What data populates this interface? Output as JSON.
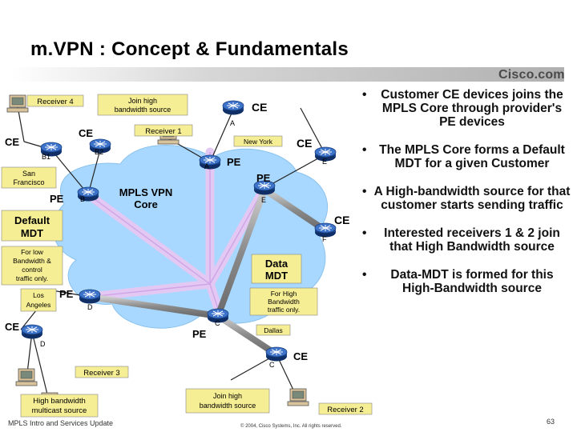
{
  "slide": {
    "title": "m.VPN : Concept & Fundamentals",
    "brand": "Cisco.com",
    "footer_left": "MPLS Intro and Services Update",
    "footer_mid": "© 2004, Cisco Systems, Inc. All rights reserved.",
    "page_number": "63"
  },
  "diagram": {
    "receiver4": "Receiver 4",
    "receiver1": "Receiver 1",
    "receiver2": "Receiver 2",
    "receiver3": "Receiver 3",
    "join_top": [
      "Join high",
      "bandwidth source"
    ],
    "join_bottom": [
      "Join high",
      "bandwidth source"
    ],
    "ce": "CE",
    "pe": "PE",
    "b1": "B1",
    "b2": "B2",
    "b": "B",
    "a": "A",
    "c": "C",
    "d": "D",
    "e": "E",
    "f": "F",
    "san_francisco": [
      "San",
      "Francisco"
    ],
    "new_york": "New York",
    "los_angeles": [
      "Los",
      "Angeles"
    ],
    "dallas": "Dallas",
    "core": [
      "MPLS VPN",
      "Core"
    ],
    "default_mdt": [
      "Default",
      "MDT"
    ],
    "data_mdt": [
      "Data",
      "MDT"
    ],
    "for_low": [
      "For low",
      "Bandwidth &",
      "control",
      "traffic only."
    ],
    "for_high": [
      "For High",
      "Bandwidth",
      "traffic only."
    ],
    "source": [
      "High bandwidth",
      "multicast source"
    ]
  },
  "bullets": [
    "Customer CE devices joins the MPLS Core through provider's PE devices",
    "The MPLS Core forms a Default MDT for a given Customer",
    "A High-bandwidth source for that customer starts sending traffic",
    "Interested receivers 1 & 2 join that High Bandwidth source",
    "Data-MDT is formed for this High-Bandwidth source"
  ],
  "colors": {
    "core_fill": "#a8d8ff",
    "tunnel": "#e2c8f2",
    "router": "#1f4a96",
    "label_box": "#f6ee94",
    "data_pipe": "#8a8a8a"
  }
}
